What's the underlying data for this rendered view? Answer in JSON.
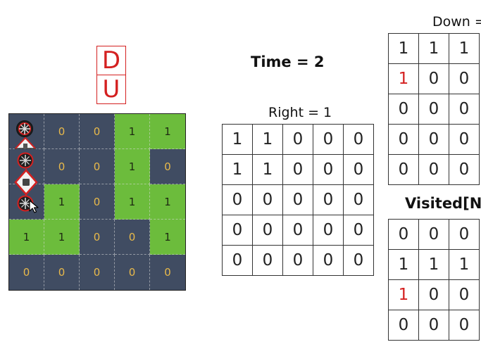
{
  "sequence": [
    "D",
    "U"
  ],
  "time_label": "Time  =  2",
  "grid": [
    [
      null,
      "0",
      "0",
      "1",
      "1"
    ],
    [
      null,
      "0",
      "0",
      "1",
      "0"
    ],
    [
      null,
      "1",
      "0",
      "1",
      "1"
    ],
    [
      "1",
      "1",
      "0",
      "0",
      "1"
    ],
    [
      "0",
      "0",
      "0",
      "0",
      "0"
    ]
  ],
  "grid_colors": [
    [
      "dark",
      "dark",
      "dark",
      "green",
      "green"
    ],
    [
      "dark",
      "dark",
      "dark",
      "green",
      "dark"
    ],
    [
      "dark",
      "green",
      "dark",
      "green",
      "green"
    ],
    [
      "green",
      "green",
      "dark",
      "dark",
      "green"
    ],
    [
      "dark",
      "dark",
      "dark",
      "dark",
      "dark"
    ]
  ],
  "colors": {
    "dark_cell": "#404c62",
    "green_cell": "#6cbc3c",
    "dark_text": "#e8b94a",
    "highlight": "#d42020"
  },
  "right_label": "Right  =  1",
  "right_table": [
    [
      "1",
      "1",
      "0",
      "0",
      "0"
    ],
    [
      "1",
      "1",
      "0",
      "0",
      "0"
    ],
    [
      "0",
      "0",
      "0",
      "0",
      "0"
    ],
    [
      "0",
      "0",
      "0",
      "0",
      "0"
    ],
    [
      "0",
      "0",
      "0",
      "0",
      "0"
    ]
  ],
  "down_label": "Down =",
  "down_table": [
    [
      "1",
      "1",
      "1"
    ],
    [
      "1",
      "0",
      "0"
    ],
    [
      "0",
      "0",
      "0"
    ],
    [
      "0",
      "0",
      "0"
    ],
    [
      "0",
      "0",
      "0"
    ]
  ],
  "down_highlight": [
    [
      1,
      0
    ]
  ],
  "visited_label": "Visited[N]",
  "visited_table": [
    [
      "0",
      "0",
      "0"
    ],
    [
      "1",
      "1",
      "1"
    ],
    [
      "1",
      "0",
      "0"
    ],
    [
      "0",
      "0",
      "0"
    ]
  ],
  "visited_highlight": [
    [
      2,
      0
    ]
  ]
}
